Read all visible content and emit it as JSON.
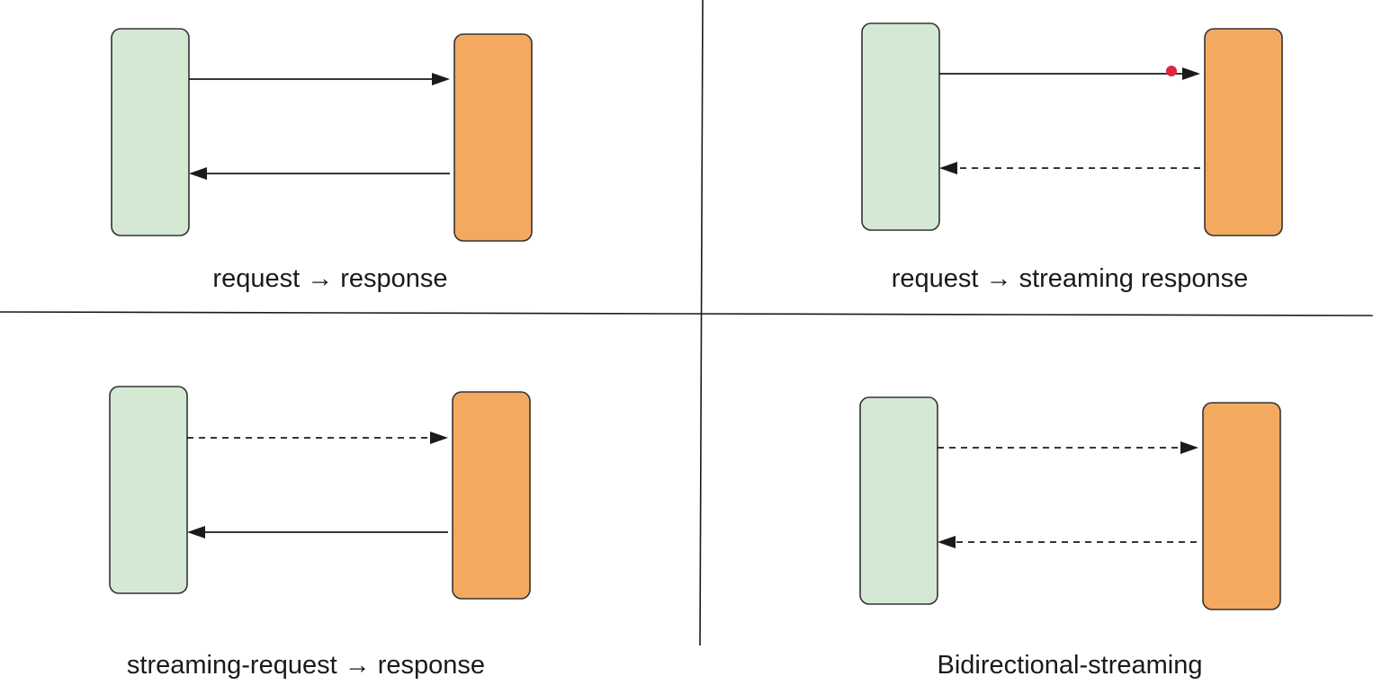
{
  "colors": {
    "client_fill": "#d5e8d4",
    "server_fill": "#f4a960",
    "stroke": "#333333",
    "marker_dot": "#e0243c"
  },
  "panels": [
    {
      "id": "request-response",
      "caption": "request → response",
      "forward_arrow": "solid",
      "return_arrow": "solid"
    },
    {
      "id": "request-streaming-response",
      "caption": "request → streaming response",
      "forward_arrow": "solid",
      "return_arrow": "dashed"
    },
    {
      "id": "streaming-request-response",
      "caption": "streaming-request → response",
      "forward_arrow": "dashed",
      "return_arrow": "solid"
    },
    {
      "id": "bidirectional-streaming",
      "caption": "Bidirectional-streaming",
      "forward_arrow": "dashed",
      "return_arrow": "dashed"
    }
  ]
}
